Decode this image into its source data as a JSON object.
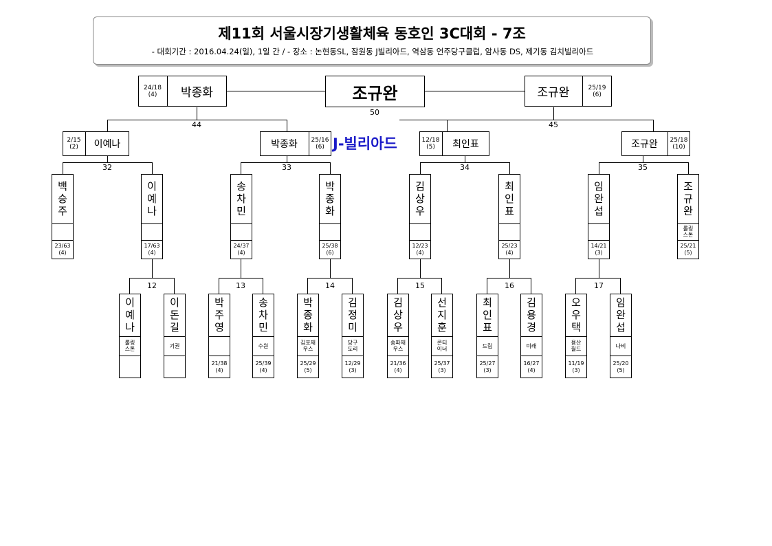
{
  "header": {
    "title": "제11회 서울시장기생활체육 동호인 3C대회 - 7조",
    "subtitle": "- 대회기간 : 2016.04.24(일), 1일 간 / - 장소 : 논현동SL, 잠원동 J빌리아드, 역삼동 언주당구클럽, 암사동 DS, 제기동 김치빌리아드"
  },
  "venue_label": "J-빌리아드",
  "final": {
    "winner": "조규완",
    "match_no": "50"
  },
  "semis": [
    {
      "name": "박종화",
      "score": "24/18",
      "inning": "(4)",
      "match_no": "44"
    },
    {
      "name": "조규완",
      "score": "25/19",
      "inning": "(6)",
      "match_no": "45"
    }
  ],
  "quarters": [
    {
      "name": "이예나",
      "score": "2/15",
      "inning": "(2)",
      "match_no": "32"
    },
    {
      "name": "박종화",
      "score": "25/16",
      "inning": "(6)",
      "match_no": "33"
    },
    {
      "name": "최인표",
      "score": "12/18",
      "inning": "(5)",
      "match_no": "34"
    },
    {
      "name": "조규완",
      "score": "25/18",
      "inning": "(10)",
      "match_no": "35"
    }
  ],
  "round16": [
    {
      "name": "백승주",
      "club": "",
      "score": "23/63",
      "inning": "(4)"
    },
    {
      "name": "이예나",
      "club": "",
      "score": "17/63",
      "inning": "(4)"
    },
    {
      "name": "송차민",
      "club": "",
      "score": "24/37",
      "inning": "(4)"
    },
    {
      "name": "박종화",
      "club": "",
      "score": "25/38",
      "inning": "(6)"
    },
    {
      "name": "김상우",
      "club": "",
      "score": "12/23",
      "inning": "(4)"
    },
    {
      "name": "최인표",
      "club": "",
      "score": "25/23",
      "inning": "(4)"
    },
    {
      "name": "임완섭",
      "club": "",
      "score": "14/21",
      "inning": "(3)"
    },
    {
      "name": "조규완",
      "club": "롤링스톤",
      "score": "25/21",
      "inning": "(5)"
    }
  ],
  "round32_matches": [
    "12",
    "13",
    "14",
    "15",
    "16",
    "17"
  ],
  "round32": [
    {
      "name": "이예나",
      "club": "롤링스톤",
      "score": "",
      "inning": ""
    },
    {
      "name": "이돈길",
      "club": "기권",
      "score": "",
      "inning": ""
    },
    {
      "name": "박주영",
      "club": "",
      "score": "21/38",
      "inning": "(4)"
    },
    {
      "name": "송차민",
      "club": "수원",
      "score": "25/39",
      "inning": "(4)"
    },
    {
      "name": "박종화",
      "club": "김포재우스",
      "score": "25/29",
      "inning": "(5)"
    },
    {
      "name": "김정미",
      "club": "당구도리",
      "score": "12/29",
      "inning": "(3)"
    },
    {
      "name": "김상우",
      "club": "송파재우스",
      "score": "21/36",
      "inning": "(4)"
    },
    {
      "name": "선지훈",
      "club": "콘티이너",
      "score": "25/37",
      "inning": "(3)"
    },
    {
      "name": "최인표",
      "club": "드림",
      "score": "25/27",
      "inning": "(3)"
    },
    {
      "name": "김용경",
      "club": "미래",
      "score": "16/27",
      "inning": "(4)"
    },
    {
      "name": "오우택",
      "club": "용산월드",
      "score": "11/19",
      "inning": "(3)"
    },
    {
      "name": "임완섭",
      "club": "나비",
      "score": "25/20",
      "inning": "(5)"
    }
  ]
}
